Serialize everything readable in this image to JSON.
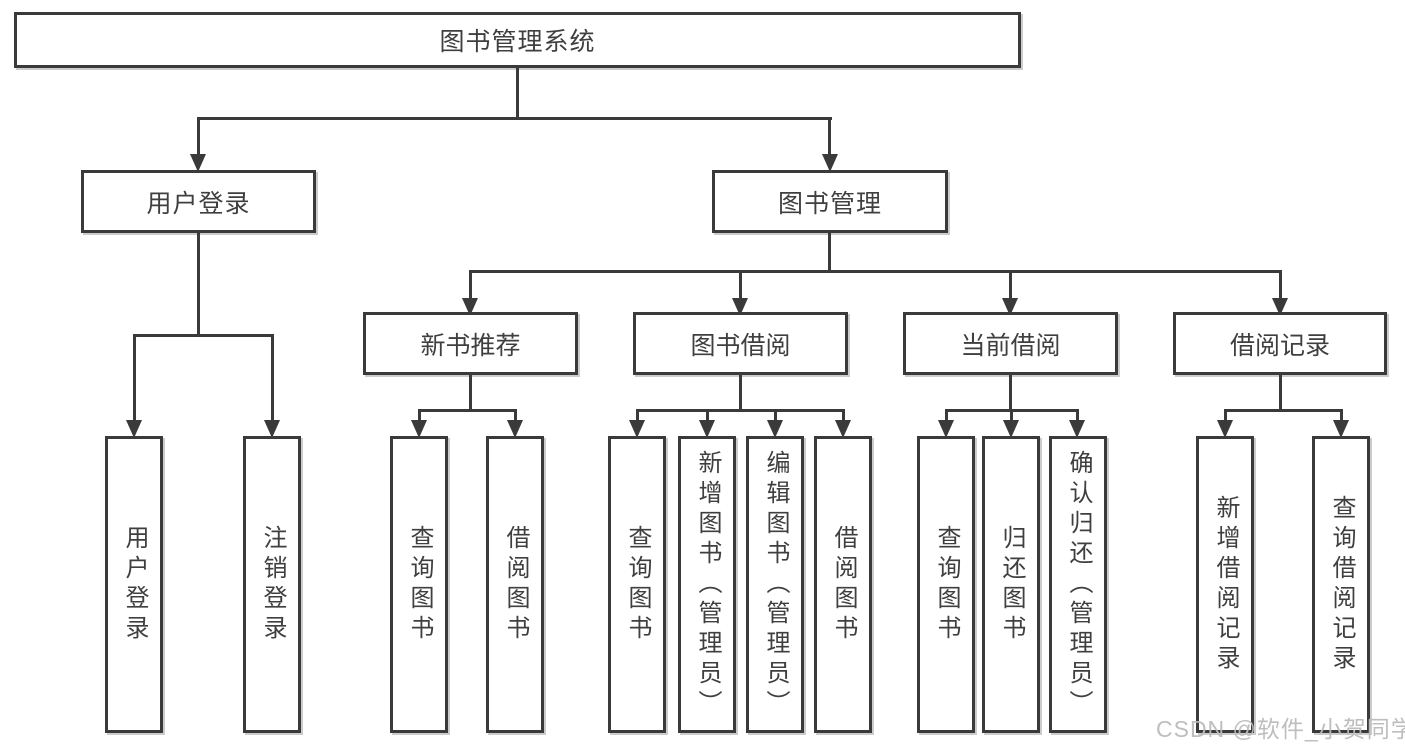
{
  "diagram": {
    "type": "hierarchy-tree",
    "colors": {
      "line": "#3a3a3a",
      "border": "#3a3a3a",
      "text": "#3f3f3f",
      "background": "#ffffff",
      "watermark": "#bababa"
    },
    "tree": {
      "root": {
        "label": "图书管理系统"
      },
      "branches": [
        {
          "label": "用户登录",
          "children": [
            {
              "label": "用户登录"
            },
            {
              "label": "注销登录"
            }
          ]
        },
        {
          "label": "图书管理",
          "children": [
            {
              "label": "新书推荐",
              "children": [
                {
                  "label": "查询图书"
                },
                {
                  "label": "借阅图书"
                }
              ]
            },
            {
              "label": "图书借阅",
              "children": [
                {
                  "label": "查询图书"
                },
                {
                  "label": "新增图书（管理员）"
                },
                {
                  "label": "编辑图书（管理员）"
                },
                {
                  "label": "借阅图书"
                }
              ]
            },
            {
              "label": "当前借阅",
              "children": [
                {
                  "label": "查询图书"
                },
                {
                  "label": "归还图书"
                },
                {
                  "label": "确认归还（管理员）"
                }
              ]
            },
            {
              "label": "借阅记录",
              "children": [
                {
                  "label": "新增借阅记录"
                },
                {
                  "label": "查询借阅记录"
                }
              ]
            }
          ]
        }
      ]
    }
  },
  "watermark": {
    "text": "CSDN @软件_小贺同学"
  }
}
